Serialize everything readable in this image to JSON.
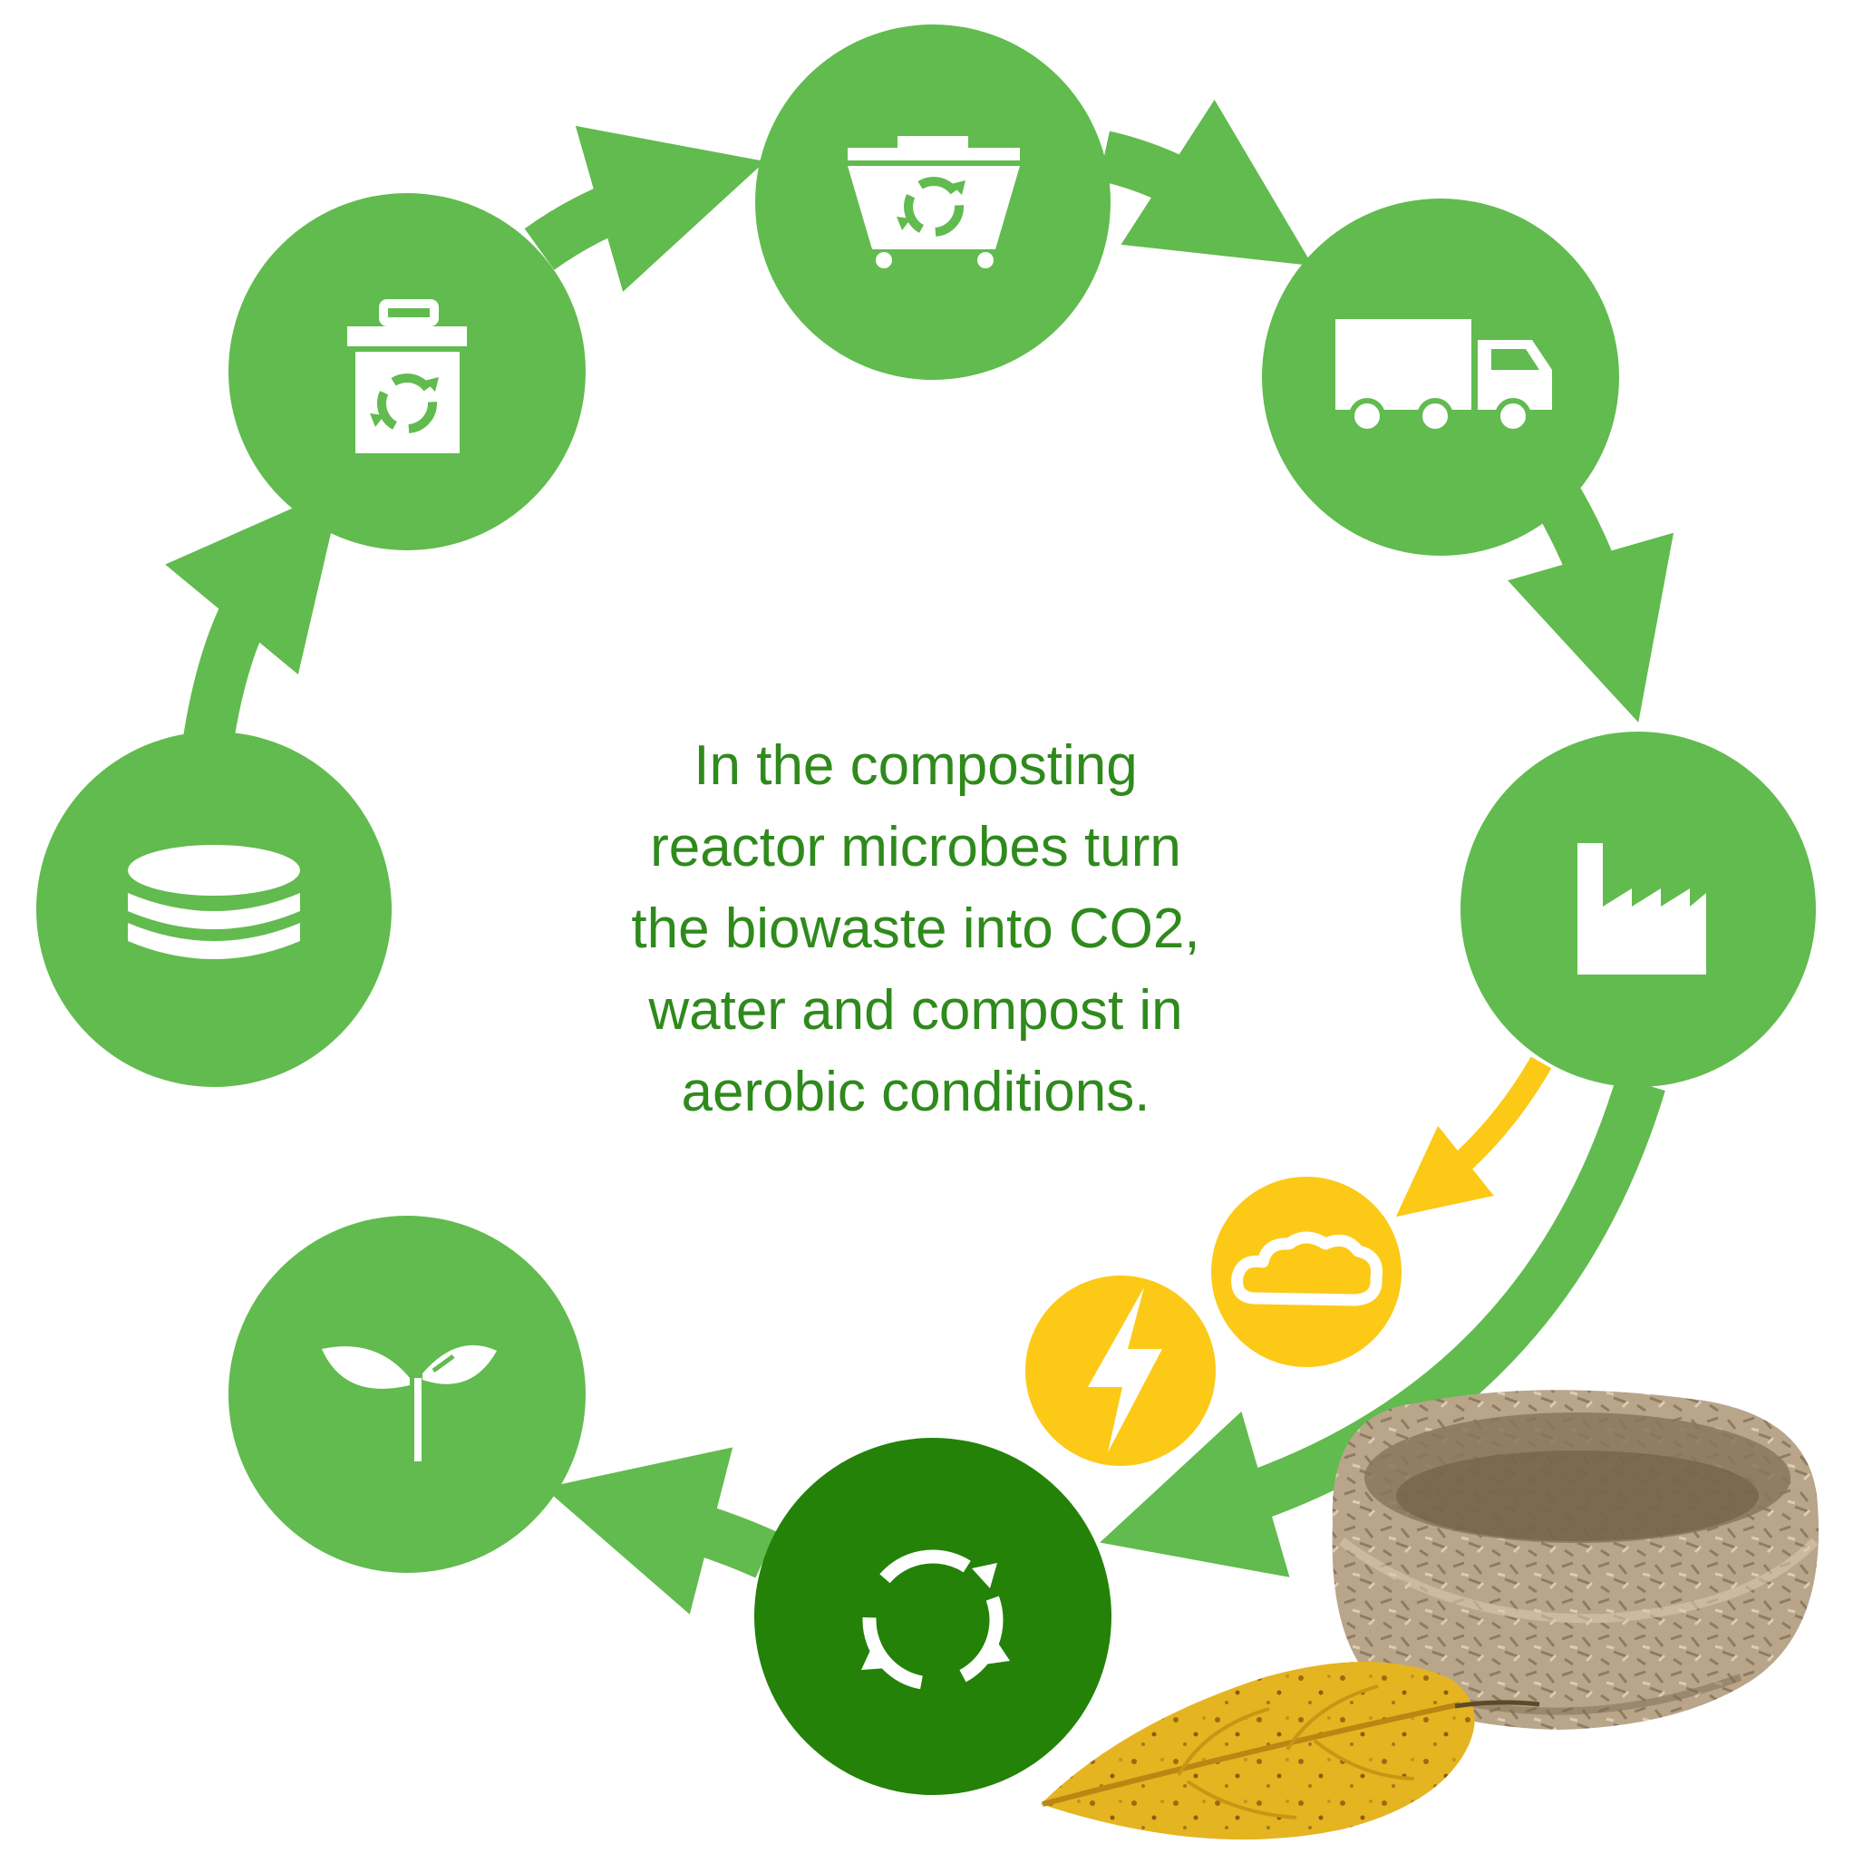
{
  "caption": {
    "text": "In the composting\nreactor microbes turn\nthe biowaste into CO2,\nwater and compost in\naerobic conditions."
  },
  "colors": {
    "cycle_green": "#61bb4e",
    "active_green": "#248209",
    "byproduct_yellow": "#fcc917",
    "caption_text": "#2f8a1c",
    "icon_white": "#ffffff"
  },
  "stages": [
    {
      "icon": "biobased-material-icon",
      "role": "cycle-step"
    },
    {
      "icon": "recycling-bin-icon",
      "role": "cycle-step"
    },
    {
      "icon": "recycling-container-icon",
      "role": "cycle-step"
    },
    {
      "icon": "delivery-truck-icon",
      "role": "cycle-step"
    },
    {
      "icon": "factory-icon",
      "role": "cycle-step"
    },
    {
      "icon": "recycle-arrows-icon",
      "role": "active-step"
    },
    {
      "icon": "sprout-icon",
      "role": "cycle-step"
    }
  ],
  "byproducts": [
    {
      "icon": "cloud-icon",
      "meaning": "CO2"
    },
    {
      "icon": "lightning-icon",
      "meaning": "energy"
    }
  ],
  "illustrations": [
    "compost-bowl-illustration",
    "yellow-leaf-illustration"
  ]
}
